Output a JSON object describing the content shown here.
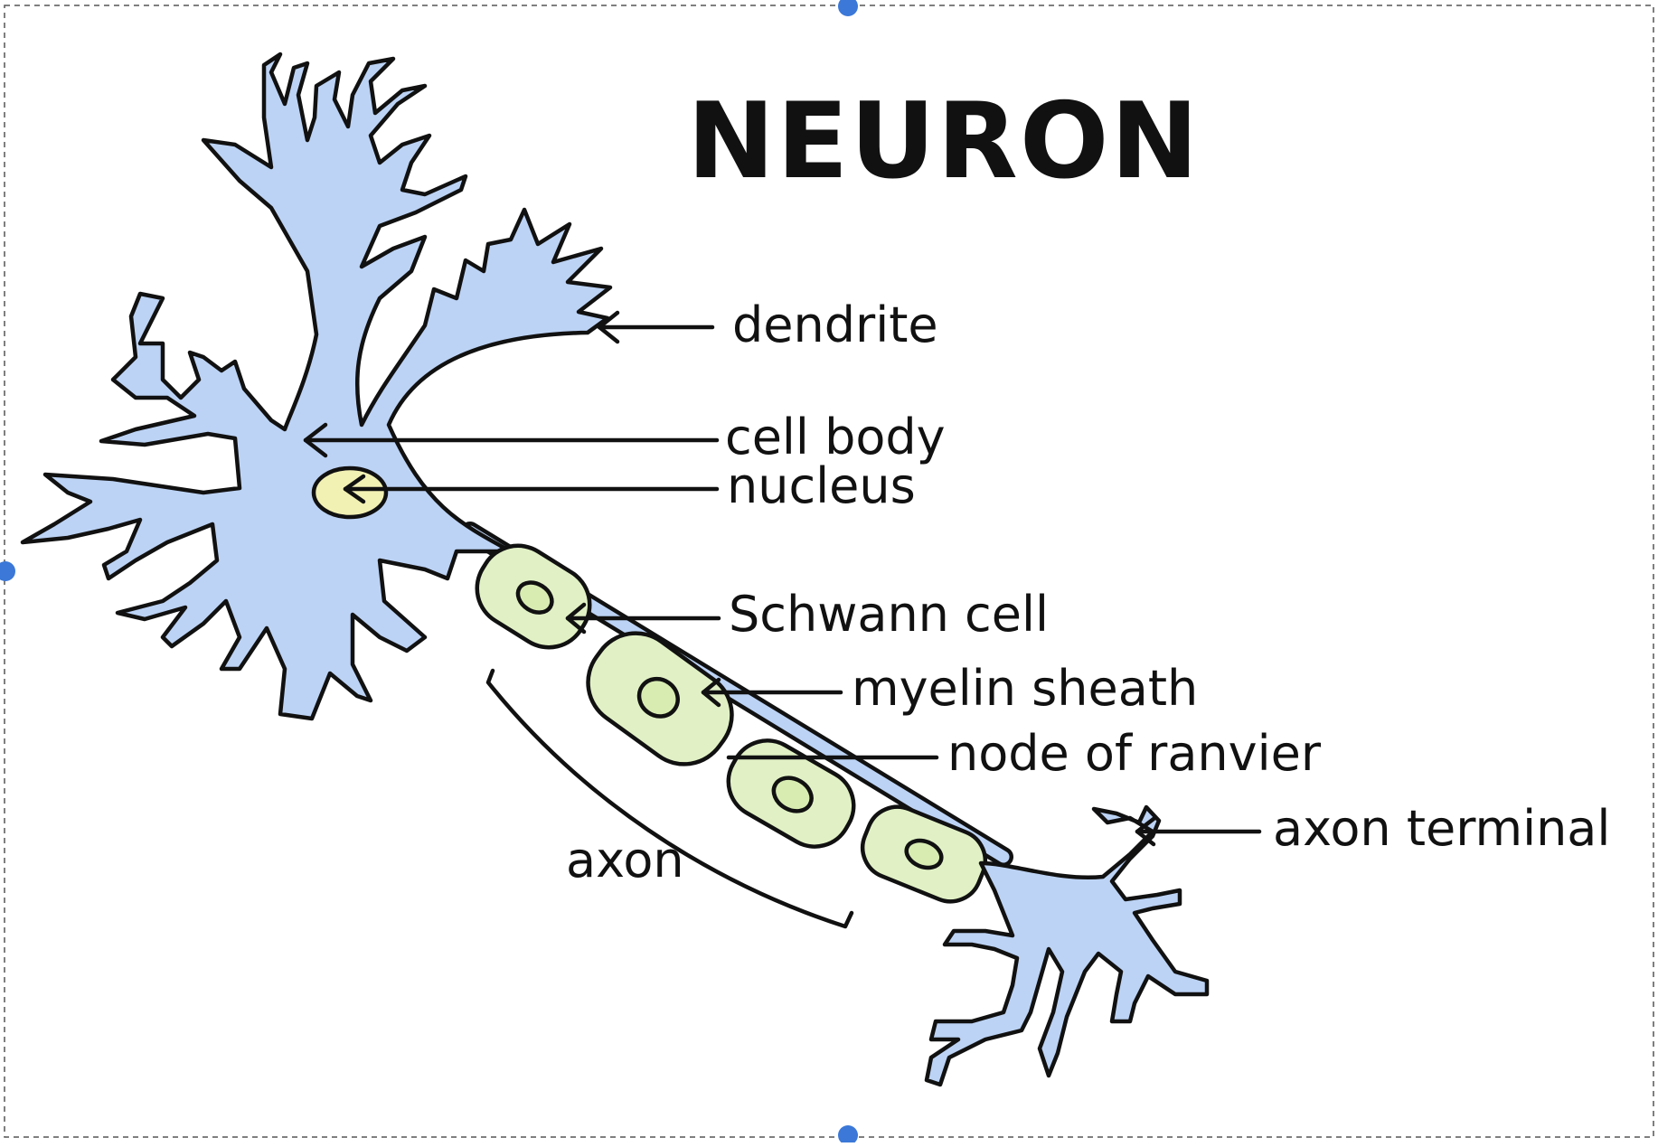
{
  "diagram": {
    "title": "NEURON",
    "labels": {
      "dendrite": "dendrite",
      "cell_body": "cell body",
      "nucleus": "nucleus",
      "schwann_cell": "Schwann cell",
      "myelin_sheath": "myelin sheath",
      "node_of_ranvier": "node of ranvier",
      "axon_terminal": "axon terminal",
      "axon": "axon"
    },
    "colors": {
      "cell": "#bcd3f5",
      "schwann_cell": "#e1f1c5",
      "nucleus": "#f2f1b4",
      "ink": "#111111",
      "selection_handle": "#3b78d8"
    }
  }
}
